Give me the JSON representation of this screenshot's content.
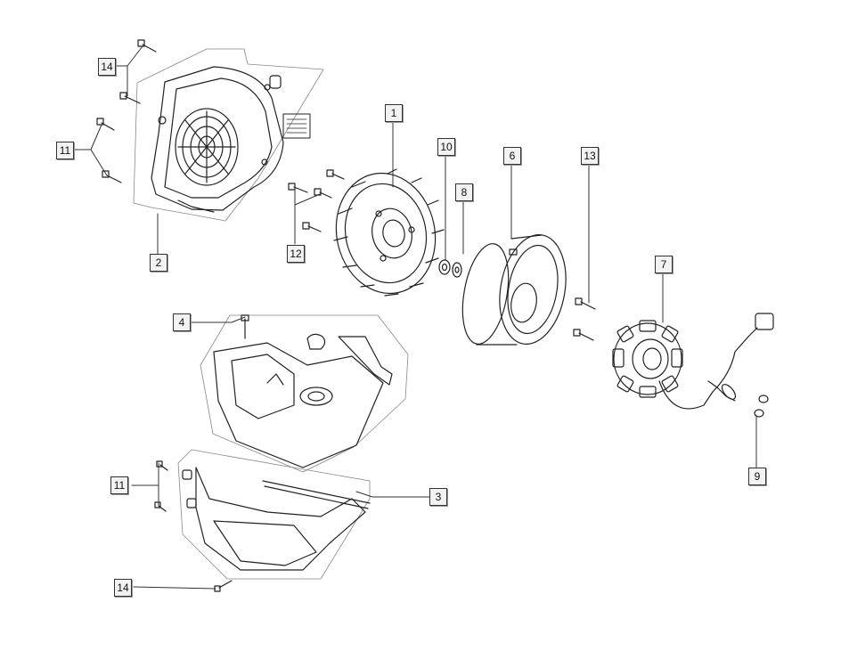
{
  "diagram": {
    "callouts": [
      {
        "id": "c14a",
        "label": "14"
      },
      {
        "id": "c11a",
        "label": "11"
      },
      {
        "id": "c2",
        "label": "2"
      },
      {
        "id": "c1",
        "label": "1"
      },
      {
        "id": "c10",
        "label": "10"
      },
      {
        "id": "c8",
        "label": "8"
      },
      {
        "id": "c6",
        "label": "6"
      },
      {
        "id": "c13",
        "label": "13"
      },
      {
        "id": "c7",
        "label": "7"
      },
      {
        "id": "c12",
        "label": "12"
      },
      {
        "id": "c4",
        "label": "4"
      },
      {
        "id": "c9",
        "label": "9"
      },
      {
        "id": "c11b",
        "label": "11"
      },
      {
        "id": "c3",
        "label": "3"
      },
      {
        "id": "c14b",
        "label": "14"
      }
    ]
  }
}
